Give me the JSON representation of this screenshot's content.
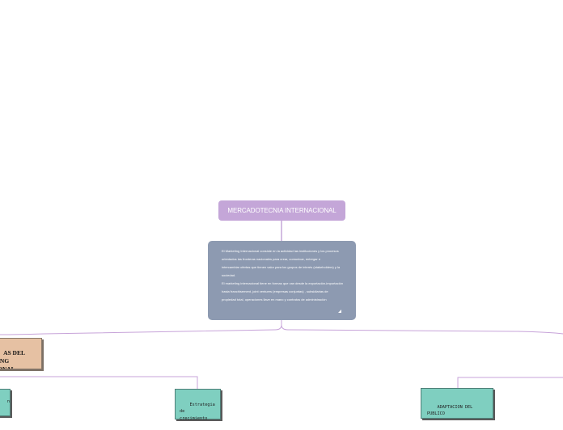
{
  "diagram": {
    "root_title": "MERCADOTECNIA INTERNACIONAL",
    "description_lines": [
      "El Marketing Internacional consiste en la actividad las instituciones y los procesos",
      "orientados las fronteras nacionales para crear, comunicar, entregar e",
      "intercambiar ofertas que tienen valor para los grupos de interés (stakeholders) y la",
      "sociedad.",
      "El marketing internacional tiene en formas que van desde la exportación-importación",
      "hasta franchisement, joint ventures (empresas conjuntas) , subsidiarias de",
      "propiedad total, operaciones llave en mano y contratos de administración"
    ],
    "left_branch_label": "AS DEL\nING\nONAL",
    "left_child_label": "n",
    "middle_child_label": "Estrategia\nde\ncrecimiento",
    "right_child_label": "ADAPTACION DEL\nPUBLICO"
  },
  "colors": {
    "root_fill": "#c4a6d8",
    "description_fill": "#8d9ab1",
    "connector": "#c7a3d9",
    "beige_fill": "#e6c1a3",
    "teal_fill": "#7fcfc0"
  }
}
